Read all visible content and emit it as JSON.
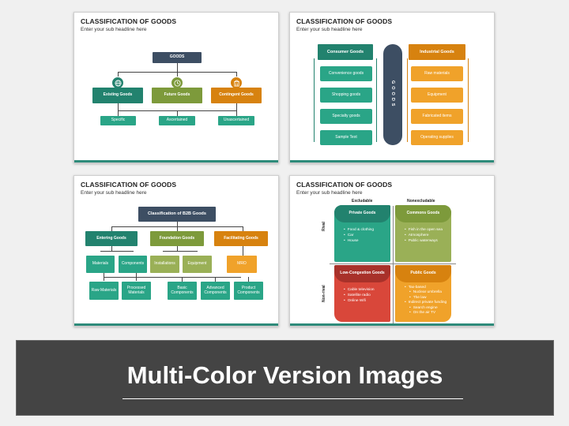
{
  "slide1": {
    "title": "CLASSIFICATION OF GOODS",
    "subtitle": "Enter your sub headline here",
    "root": "GOODS",
    "level1": [
      {
        "label": "Existing Goods",
        "icon": "globe-icon",
        "color": "#22826e"
      },
      {
        "label": "Future Goods",
        "icon": "clock-icon",
        "color": "#7d9a3b"
      },
      {
        "label": "Contingent Goods",
        "icon": "building-icon",
        "color": "#d7820f"
      }
    ],
    "level2": [
      "Specific",
      "Ascertained",
      "Unascertained"
    ]
  },
  "slide2": {
    "title": "CLASSIFICATION OF GOODS",
    "subtitle": "Enter your sub headline here",
    "center": "GOODS",
    "left_header": "Consumer Goods",
    "right_header": "Industrial Goods",
    "left_items": [
      "Convenience goods",
      "Shopping goods",
      "Specialty goods",
      "Sample Text"
    ],
    "right_items": [
      "Raw materials",
      "Equipment",
      "Fabricated items",
      "Operating supplies"
    ]
  },
  "slide3": {
    "title": "CLASSIFICATION OF GOODS",
    "subtitle": "Enter your sub headline here",
    "root": "Classification of B2B Goods",
    "level1": [
      "Entering Goods",
      "Foundation Goods",
      "Facilitating Goods"
    ],
    "level2": [
      "Materials",
      "Components",
      "Installations",
      "Equipment",
      "MRO"
    ],
    "level3": [
      "Raw Materials",
      "Processed Materials",
      "Basic Components",
      "Advanced Components",
      "Product Components"
    ]
  },
  "slide4": {
    "title": "CLASSIFICATION OF GOODS",
    "subtitle": "Enter your sub headline here",
    "col_excludable": "Excludable",
    "col_nonexcludable": "Nonexcludable",
    "row_rival": "Rival",
    "row_nonrival": "Non-rival",
    "quadrants": [
      {
        "title": "Private Goods",
        "color": "#22826e",
        "items": [
          "Food & clothing",
          "Car",
          "House"
        ]
      },
      {
        "title": "Commons Goods",
        "color": "#7d9a3b",
        "items": [
          "Fish in the open sea",
          "Atmosphere",
          "Public waterways"
        ]
      },
      {
        "title": "Low-Congestion Goods",
        "color": "#c0392b",
        "items": [
          "Cable television",
          "Satellite radio",
          "Online Wifi"
        ]
      },
      {
        "title": "Public Goods",
        "color": "#f0a22a",
        "items": [
          "Tax-based",
          "Nuclear umbrella",
          "The law",
          "Indirect private funding",
          "Search engine",
          "On the air TV"
        ]
      }
    ]
  },
  "banner": {
    "title": "Multi-Color Version Images"
  }
}
